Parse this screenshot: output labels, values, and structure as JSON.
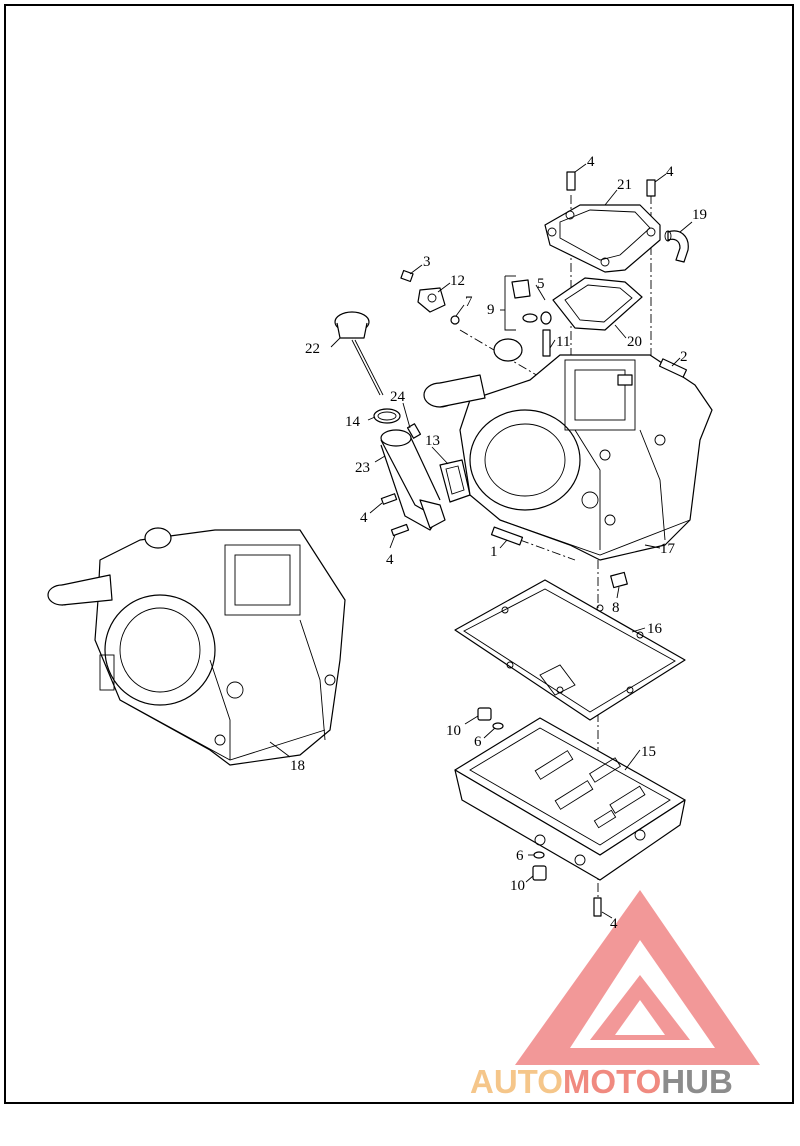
{
  "diagram": {
    "callouts": [
      {
        "id": "c4a",
        "text": "4"
      },
      {
        "id": "c21",
        "text": "21"
      },
      {
        "id": "c4b",
        "text": "4"
      },
      {
        "id": "c19",
        "text": "19"
      },
      {
        "id": "c3",
        "text": "3"
      },
      {
        "id": "c12",
        "text": "12"
      },
      {
        "id": "c7",
        "text": "7"
      },
      {
        "id": "c5",
        "text": "5"
      },
      {
        "id": "c9",
        "text": "9"
      },
      {
        "id": "c20",
        "text": "20"
      },
      {
        "id": "c11",
        "text": "11"
      },
      {
        "id": "c22",
        "text": "22"
      },
      {
        "id": "c2",
        "text": "2"
      },
      {
        "id": "c24",
        "text": "24"
      },
      {
        "id": "c14",
        "text": "14"
      },
      {
        "id": "c13",
        "text": "13"
      },
      {
        "id": "c23",
        "text": "23"
      },
      {
        "id": "c4c",
        "text": "4"
      },
      {
        "id": "c4d",
        "text": "4"
      },
      {
        "id": "c1",
        "text": "1"
      },
      {
        "id": "c17",
        "text": "17"
      },
      {
        "id": "c8",
        "text": "8"
      },
      {
        "id": "c16",
        "text": "16"
      },
      {
        "id": "c18",
        "text": "18"
      },
      {
        "id": "c10a",
        "text": "10"
      },
      {
        "id": "c6a",
        "text": "6"
      },
      {
        "id": "c15",
        "text": "15"
      },
      {
        "id": "c6b",
        "text": "6"
      },
      {
        "id": "c10b",
        "text": "10"
      },
      {
        "id": "c4e",
        "text": "4"
      }
    ]
  },
  "watermark": {
    "part1": "AUTO",
    "part2": "MOTO",
    "part3": "HUB",
    "colors": {
      "auto": "#f5c68a",
      "moto": "#f08a80",
      "hub": "#8c8c8c",
      "logo": "#f07f7f"
    }
  }
}
